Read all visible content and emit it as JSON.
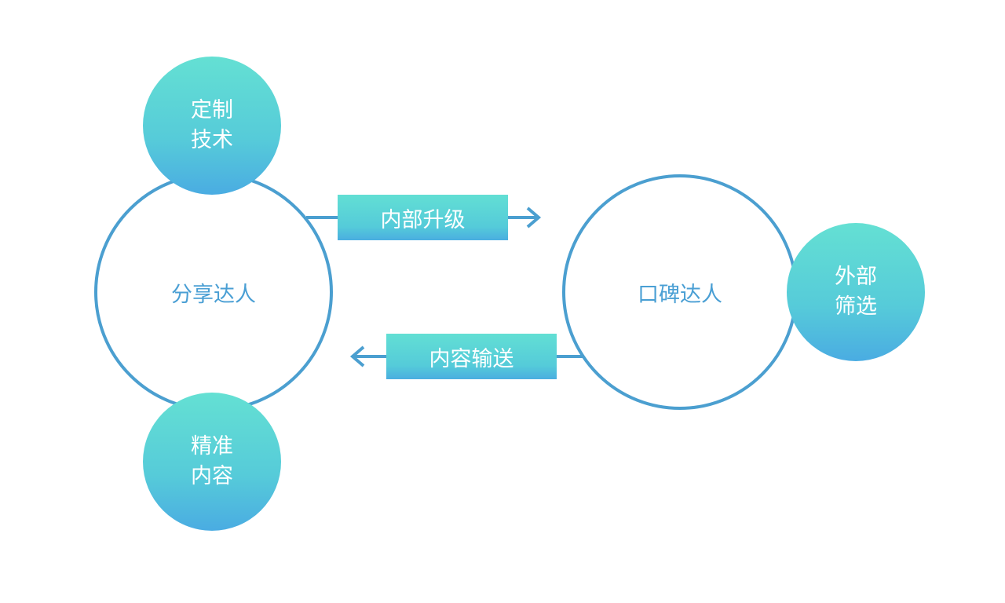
{
  "main_nodes": {
    "left": "分享达人",
    "right": "口碑达人"
  },
  "satellite_nodes": {
    "top_left": "定制\n技术",
    "bottom_left": "精准\n内容",
    "right": "外部\n筛选"
  },
  "connectors": {
    "forward": "内部升级",
    "backward": "内容输送"
  },
  "colors": {
    "line": "#4b9fd0",
    "gradient_top": "#62dfd4",
    "gradient_bottom": "#4aaee0"
  }
}
